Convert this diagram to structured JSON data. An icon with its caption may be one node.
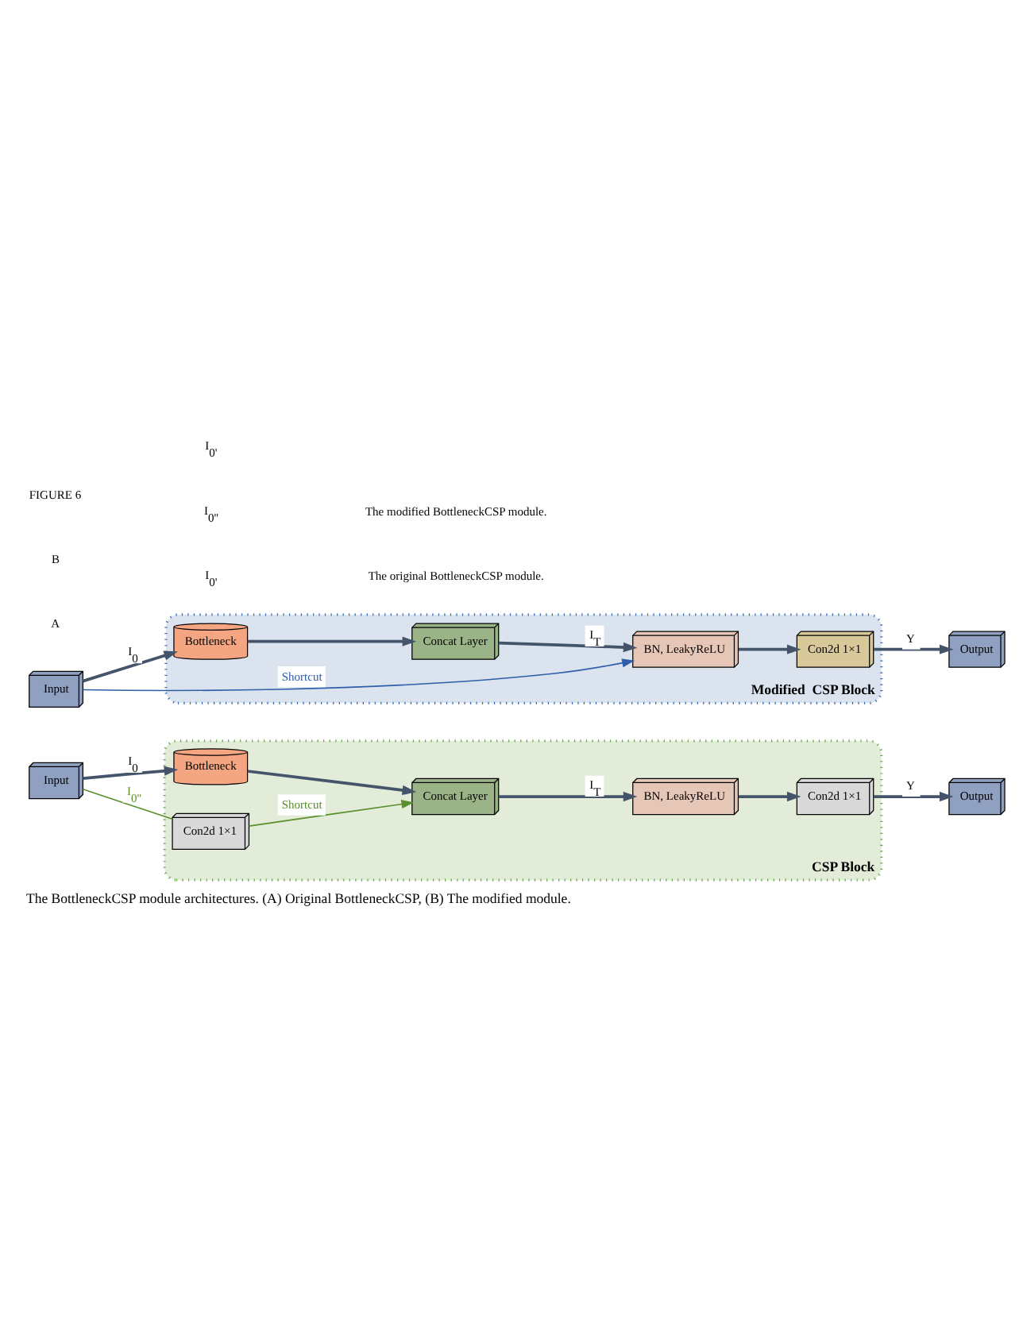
{
  "diagram": {
    "caption": "The BottleneckCSP module architectures. (A) Original BottleneckCSP, (B) The modified module.",
    "nodes": [
      {
        "text": [
          "CSP Block"
        ]
      },
      {
        "text": [
          "Input"
        ]
      },
      {
        "text": [
          "Bottleneck"
        ],
        "in": 0
      },
      {
        "text": [
          "Con2d 1×1"
        ],
        "in": 0
      },
      {
        "text": [
          "Concat Layer"
        ],
        "in": 0
      },
      {
        "text": [
          "BN, LeakyReLU"
        ],
        "in": 0
      },
      {
        "text": [
          "Con2d 1×1"
        ],
        "in": 0
      },
      {
        "text": [
          "Output"
        ]
      },
      {
        "text": [
          "Modified  CSP Block"
        ]
      },
      {
        "text": [
          "Input"
        ]
      },
      {
        "text": [
          "Bottleneck"
        ],
        "in": 8
      },
      {
        "text": [
          "Concat Layer"
        ],
        "in": 8
      },
      {
        "text": [
          "BN, LeakyReLU"
        ],
        "in": 8
      },
      {
        "text": [
          "Con2d 1×1"
        ],
        "in": 8
      },
      {
        "text": [
          "Output"
        ]
      }
    ],
    "edges": [
      {
        "from": 1,
        "to": 2,
        "arrow": "to",
        "label": "I$_{0}$"
      },
      {
        "from": 1,
        "to": 3,
        "arrow": "none",
        "label": "I$_{0''}$",
        "color": "#5a8f2e"
      },
      {
        "from": 3,
        "to": 4,
        "arrow": "to",
        "label": "Shortcut",
        "color": "#5a8f2e"
      },
      {
        "from": 2,
        "to": 4,
        "arrow": "to"
      },
      {
        "from": 4,
        "to": 5,
        "arrow": "to",
        "label": "I$_{T}$"
      },
      {
        "from": 5,
        "to": 6,
        "arrow": "to"
      },
      {
        "from": 6,
        "to": 7,
        "arrow": "to",
        "label": "Y"
      },
      {
        "from": 9,
        "to": 10,
        "arrow": "to",
        "label": "I$_{0}$"
      },
      {
        "from": 9,
        "to": 12,
        "arrow": "to",
        "label": "Shortcut",
        "color": "#2f5fa8"
      },
      {
        "from": 10,
        "to": 11,
        "arrow": "to"
      },
      {
        "from": 11,
        "to": 12,
        "arrow": "to",
        "label": "I$_{T}$"
      },
      {
        "from": 12,
        "to": 13,
        "arrow": "to"
      },
      {
        "from": 13,
        "to": 14,
        "arrow": "to",
        "label": "Y"
      }
    ],
    "labels": [
      "A",
      "I$_{0'}$",
      "The original BottleneckCSP module.",
      "B",
      "I$_{0''}$",
      "I$_{0'}$",
      "The modified BottleneckCSP module.",
      "FIGURE 6"
    ]
  }
}
